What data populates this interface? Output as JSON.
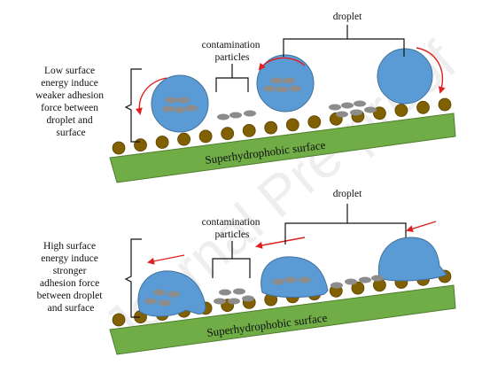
{
  "watermark": "Journal Pre-proof",
  "panels": [
    {
      "id": "low",
      "description_lines": [
        "Low surface",
        "energy induce",
        "weaker adhesion",
        "force between",
        "droplet and",
        "surface"
      ],
      "contamination_lines": [
        "contamination",
        "particles"
      ],
      "droplet_label": "droplet",
      "surface_label": "Superhydrophobic surface"
    },
    {
      "id": "high",
      "description_lines": [
        "High surface",
        "energy induce",
        "stronger",
        "adhesion force",
        "between droplet",
        "and surface"
      ],
      "contamination_lines": [
        "contamination",
        "particles"
      ],
      "droplet_label": "droplet",
      "surface_label": "Superhydrophobic surface"
    }
  ],
  "colors": {
    "surface": "#70ad47",
    "surface_edge": "#4e7d2f",
    "bead": "#806000",
    "bead_edge": "#5a4300",
    "droplet": "#5b9bd5",
    "droplet_edge": "#41719c",
    "particle": "#8c8c8c",
    "arrow": "#e02020"
  }
}
